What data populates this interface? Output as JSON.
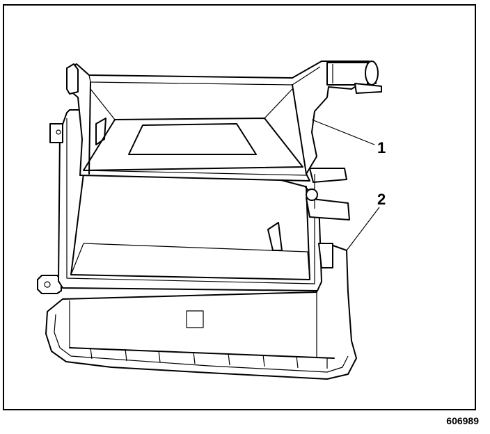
{
  "figure": {
    "number": "606989",
    "callouts": [
      {
        "label": "1"
      },
      {
        "label": "2"
      }
    ]
  },
  "colors": {
    "ink": "#000000",
    "paper": "#ffffff"
  }
}
